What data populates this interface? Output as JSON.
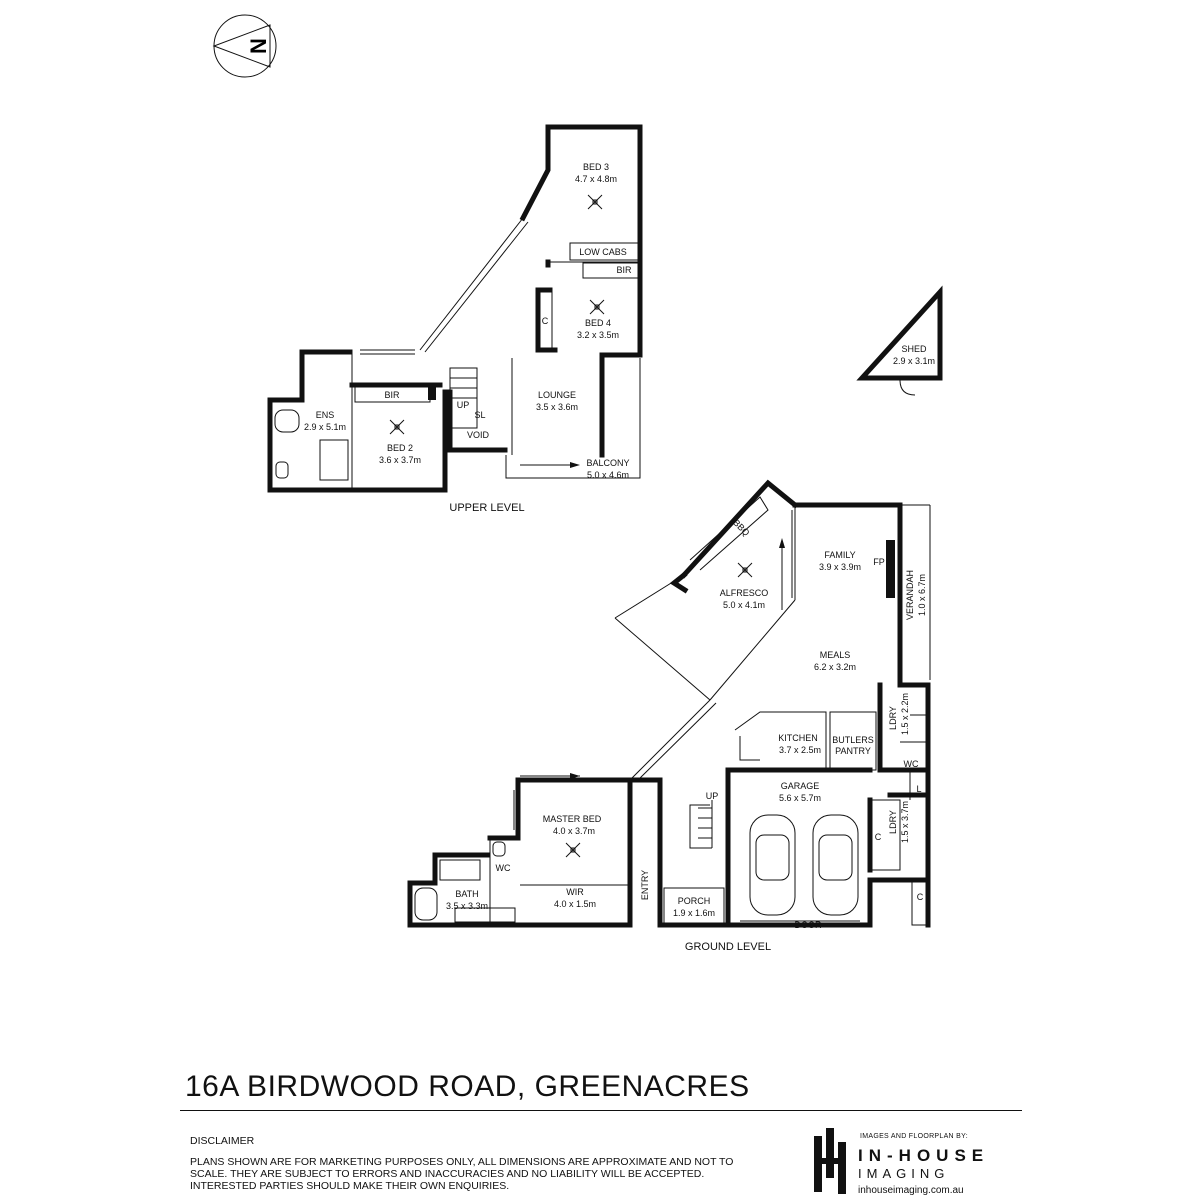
{
  "address": "16A BIRDWOOD ROAD, GREENACRES",
  "compass": {
    "icon": "north-arrow-icon",
    "letter": "N"
  },
  "levels": {
    "upper": {
      "title": "UPPER LEVEL"
    },
    "ground": {
      "title": "GROUND LEVEL"
    }
  },
  "rooms": {
    "bed3": {
      "name": "BED 3",
      "size": "4.7 x 4.8m"
    },
    "low_cabs": {
      "name": "LOW CABS"
    },
    "bir_bed4": {
      "name": "BIR"
    },
    "bed4": {
      "name": "BED 4",
      "size": "3.2 x 3.5m"
    },
    "c_bed4": {
      "name": "C"
    },
    "shed": {
      "name": "SHED",
      "size": "2.9 x 3.1m"
    },
    "ens": {
      "name": "ENS",
      "size": "2.9 x 5.1m"
    },
    "bir_bed2": {
      "name": "BIR"
    },
    "bed2": {
      "name": "BED 2",
      "size": "3.6 x 3.7m"
    },
    "up_upper": {
      "name": "UP"
    },
    "sl": {
      "name": "SL"
    },
    "void": {
      "name": "VOID"
    },
    "lounge": {
      "name": "LOUNGE",
      "size": "3.5 x 3.6m"
    },
    "balcony": {
      "name": "BALCONY",
      "size": "5.0 x 4.6m"
    },
    "bbq": {
      "name": "BBQ"
    },
    "alfresco": {
      "name": "ALFRESCO",
      "size": "5.0 x 4.1m"
    },
    "family": {
      "name": "FAMILY",
      "size": "3.9 x 3.9m"
    },
    "fp": {
      "name": "FP"
    },
    "verandah": {
      "name": "VERANDAH",
      "size": "1.0 x 6.7m"
    },
    "meals": {
      "name": "MEALS",
      "size": "6.2 x 3.2m"
    },
    "ldry1": {
      "name": "LDRY",
      "size": "1.5 x 2.2m"
    },
    "kitchen": {
      "name": "KITCHEN",
      "size": "3.7 x 2.5m"
    },
    "butlers": {
      "name": "BUTLERS",
      "name2": "PANTRY"
    },
    "wc_ground": {
      "name": "WC"
    },
    "l": {
      "name": "L"
    },
    "garage": {
      "name": "GARAGE",
      "size": "5.6 x 5.7m"
    },
    "up_ground": {
      "name": "UP"
    },
    "master": {
      "name": "MASTER BED",
      "size": "4.0 x 3.7m"
    },
    "c_garage": {
      "name": "C"
    },
    "ldry2": {
      "name": "LDRY",
      "size": "1.5 x 3.7m"
    },
    "c_corner": {
      "name": "C"
    },
    "wc_bath": {
      "name": "WC"
    },
    "bath": {
      "name": "BATH",
      "size": "3.5 x 3.3m"
    },
    "wir": {
      "name": "WIR",
      "size": "4.0 x 1.5m"
    },
    "entry": {
      "name": "ENTRY"
    },
    "porch": {
      "name": "PORCH",
      "size": "1.9 x 1.6m"
    },
    "door": {
      "name": "DOOR"
    }
  },
  "disclaimer": {
    "heading": "DISCLAIMER",
    "text": "PLANS SHOWN ARE FOR MARKETING PURPOSES ONLY, ALL DIMENSIONS ARE APPROXIMATE AND NOT TO SCALE. THEY ARE SUBJECT TO ERRORS AND INACCURACIES AND NO LIABILITY WILL BE ACCEPTED. INTERESTED PARTIES SHOULD MAKE THEIR OWN ENQUIRIES."
  },
  "branding": {
    "credit": "IMAGES AND FLOORPLAN BY:",
    "name": "IN-HOUSE",
    "sub": "IMAGING",
    "url": "inhouseimaging.com.au",
    "logo_icon": "in-house-logo-icon"
  }
}
